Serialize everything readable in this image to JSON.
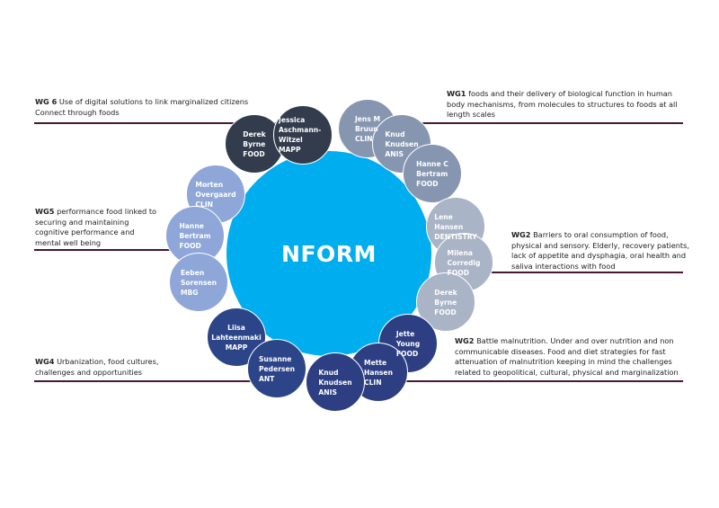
{
  "center_label": "NFORM",
  "colors": {
    "main": "#00aeef",
    "rule": "#4a1630",
    "dark": "#333c4d",
    "steel": "#8796b0",
    "light": "#a9b4c6",
    "periwinkle": "#8ea6d8",
    "navy": "#2c4588"
  },
  "work_groups": [
    {
      "id": "WG 6",
      "text": "Use of digital solutions to link marginalized citizens",
      "text2": "Connect through foods"
    },
    {
      "id": "WG1",
      "text": "foods and their delivery of biological function in human body mechanisms,  from molecules to structures to foods at all length scales"
    },
    {
      "id": "WG5",
      "text": "performance food linked to securing and maintaining cognitive performance and mental well being"
    },
    {
      "id": "WG2",
      "text": "Barriers to oral consumption of food, physical and sensory.  Elderly, recovery patients, lack of appetite and dysphagia, oral health  and saliva interactions with food"
    },
    {
      "id": "WG4",
      "text": "Urbanization, food cultures, challenges and opportunities"
    },
    {
      "id": "WG2",
      "text": "Battle malnutrition. Under and over nutrition and non communicable diseases.  Food and diet strategies for fast attenuation of malnutrition keeping in mind the challenges related to geopolitical, cultural, physical and marginalization"
    }
  ],
  "members": [
    {
      "line1": "Derek",
      "line2": "Byrne",
      "dept": "FOOD"
    },
    {
      "line1": "Jessica",
      "line2": "Aschmann-Witzel",
      "dept": "MAPP"
    },
    {
      "line1": "Jens M",
      "line2": "Bruun",
      "dept": "CLIN"
    },
    {
      "line1": "Knud",
      "line2": "Knudsen",
      "dept": "ANIS"
    },
    {
      "line1": "Hanne C",
      "line2": "Bertram",
      "dept": "FOOD"
    },
    {
      "line1": "Lene",
      "line2": "Hansen",
      "dept": "DENTISTRY"
    },
    {
      "line1": "Milena",
      "line2": "Corredig",
      "dept": "FOOD"
    },
    {
      "line1": "Derek",
      "line2": "Byrne",
      "dept": "FOOD"
    },
    {
      "line1": "Morten",
      "line2": "Overgaard",
      "dept": "CLIN"
    },
    {
      "line1": "Hanne",
      "line2": "Bertram",
      "dept": "FOOD"
    },
    {
      "line1": "Eeben",
      "line2": "Sorensen",
      "dept": "MBG"
    },
    {
      "line1": "Liisa",
      "line2": "Lahteenmaki",
      "dept": "MAPP"
    },
    {
      "line1": "Susanne",
      "line2": "Pedersen",
      "dept": "ANT"
    },
    {
      "line1": "Jette",
      "line2": "Young",
      "dept": "FOOD"
    },
    {
      "line1": "Mette",
      "line2": "Hansen",
      "dept": "CLIN"
    },
    {
      "line1": "Knud",
      "line2": "Knudsen",
      "dept": "ANIS"
    }
  ]
}
